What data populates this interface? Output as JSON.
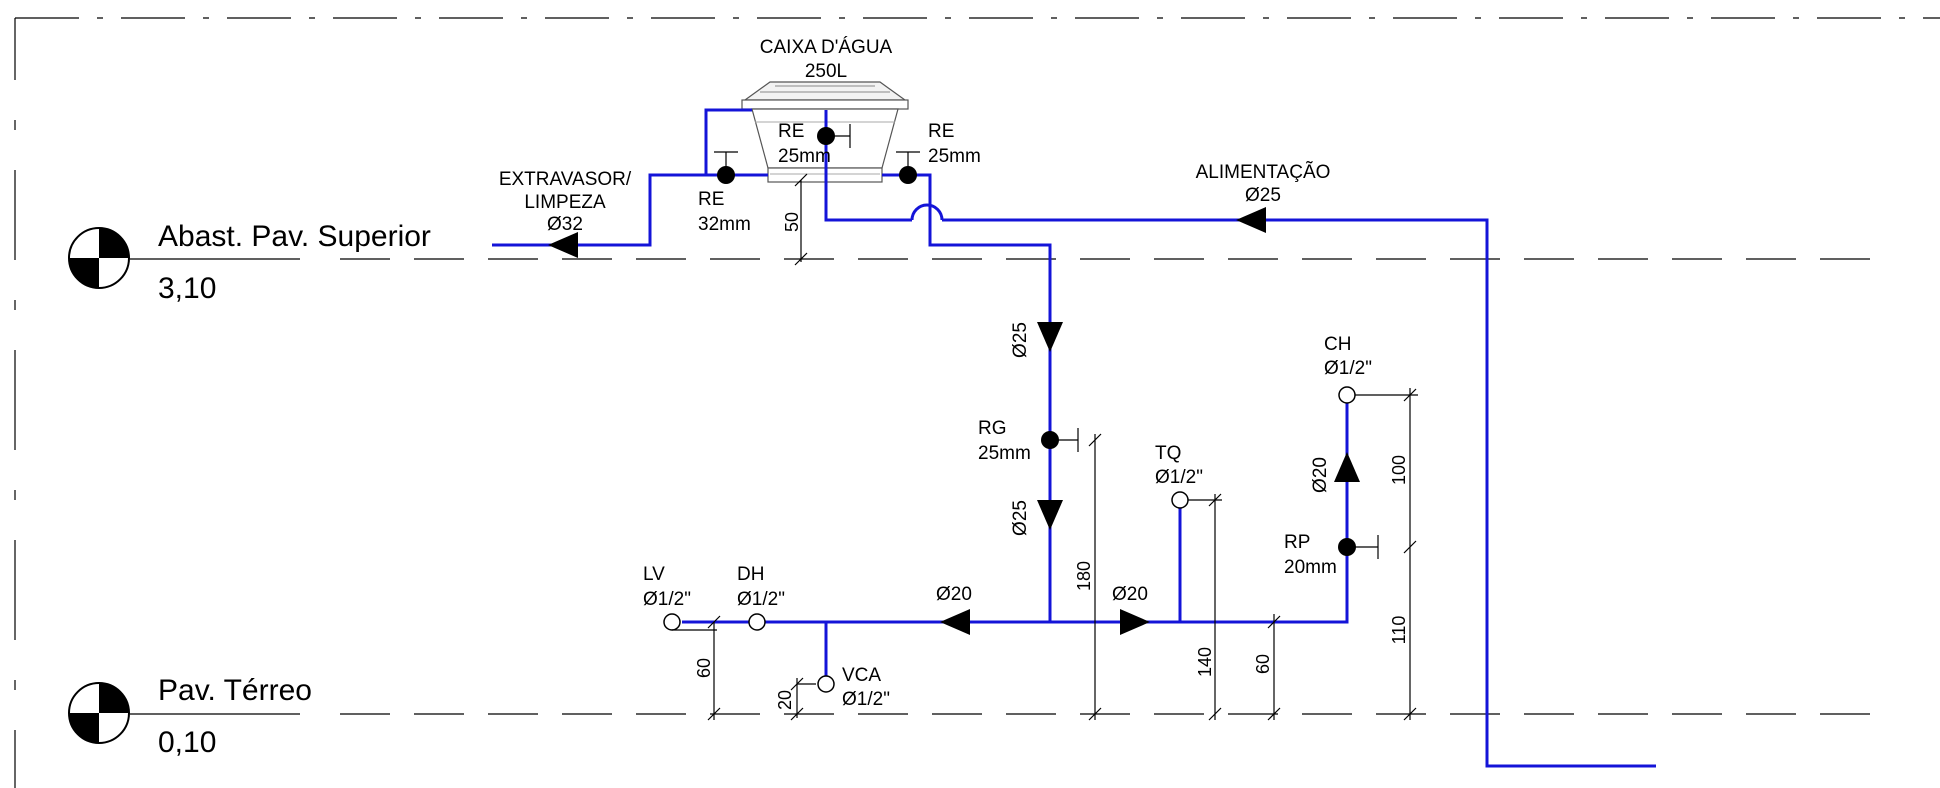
{
  "levels": {
    "upper": {
      "name": "Abast. Pav. Superior",
      "elevation": "3,10"
    },
    "ground": {
      "name": "Pav. Térreo",
      "elevation": "0,10"
    }
  },
  "tank": {
    "title": "CAIXA D'ÁGUA",
    "capacity": "250L"
  },
  "registers": {
    "re_center": {
      "type": "RE",
      "size": "25mm"
    },
    "re_right": {
      "type": "RE",
      "size": "25mm"
    },
    "re_left": {
      "type": "RE",
      "size": "32mm"
    },
    "rg": {
      "type": "RG",
      "size": "25mm"
    },
    "rp": {
      "type": "RP",
      "size": "20mm"
    }
  },
  "pipes": {
    "overflow": {
      "name_line1": "EXTRAVASOR/",
      "name_line2": "LIMPEZA",
      "diameter": "Ø32"
    },
    "supply": {
      "name": "ALIMENTAÇÃO",
      "diameter": "Ø25"
    },
    "riser_upper": "Ø25",
    "riser_lower": "Ø25",
    "branch_left": "Ø20",
    "branch_right": "Ø20",
    "shower_riser": "Ø20"
  },
  "fixtures": {
    "lv": {
      "code": "LV",
      "diameter": "Ø1/2\""
    },
    "dh": {
      "code": "DH",
      "diameter": "Ø1/2\""
    },
    "vca": {
      "code": "VCA",
      "diameter": "Ø1/2\""
    },
    "tq": {
      "code": "TQ",
      "diameter": "Ø1/2\""
    },
    "ch": {
      "code": "CH",
      "diameter": "Ø1/2\""
    }
  },
  "dimensions": {
    "tank_height": "50",
    "lv_height": "60",
    "vca_height": "20",
    "rg_height": "180",
    "tq_height": "140",
    "branch_height": "60",
    "rp_height": "110",
    "ch_height": "100"
  }
}
